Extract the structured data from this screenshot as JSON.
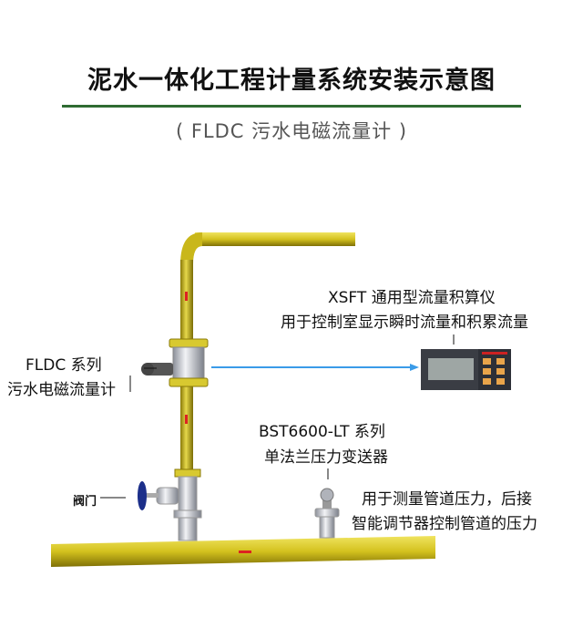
{
  "header": {
    "title": "泥水一体化工程计量系统安装示意图",
    "subtitle": "( FLDC 污水电磁流量计 )"
  },
  "labels": {
    "integrator_name": "XSFT 通用型流量积算仪",
    "integrator_desc": "用于控制室显示瞬时流量和积累流量",
    "flowmeter_series": "FLDC 系列",
    "flowmeter_name": "污水电磁流量计",
    "transmitter_series": "BST6600-LT 系列",
    "transmitter_name": "单法兰压力变送器",
    "valve": "阀门",
    "transmitter_desc_1": "用于测量管道压力，后接",
    "transmitter_desc_2": "智能调节器控制管道的压力"
  },
  "colors": {
    "accent_rule": "#2f6b32",
    "pipe": "#c9b71a",
    "signal_arrow": "#3a9be8",
    "valve_wheel": "#1c2f8a"
  }
}
